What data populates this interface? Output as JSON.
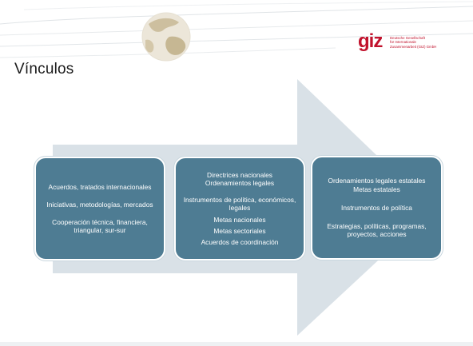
{
  "title": "Vínculos",
  "logo": {
    "mark": "giz",
    "lines": [
      "Deutsche Gesellschaft",
      "für Internationale",
      "Zusammenarbeit (GIZ) GmbH"
    ]
  },
  "boxes": [
    {
      "items": [
        "Acuerdos, tratados internacionales",
        "Iniciativas, metodologías, mercados",
        "Cooperación técnica, financiera, triangular, sur-sur"
      ]
    },
    {
      "items": [
        "Directrices nacionales",
        "Ordenamientos legales",
        "Instrumentos de política, económicos, legales",
        "Metas nacionales",
        "Metas sectoriales",
        "Acuerdos de coordinación"
      ]
    },
    {
      "items": [
        "Ordenamientos legales estatales",
        "Metas estatales",
        "Instrumentos de política",
        "Estrategias, políticas, programas, proyectos, acciones"
      ]
    }
  ],
  "colors": {
    "box_fill": "#4e7c93",
    "arrow_fill": "#d9e1e7",
    "logo_red": "#c1122c"
  }
}
